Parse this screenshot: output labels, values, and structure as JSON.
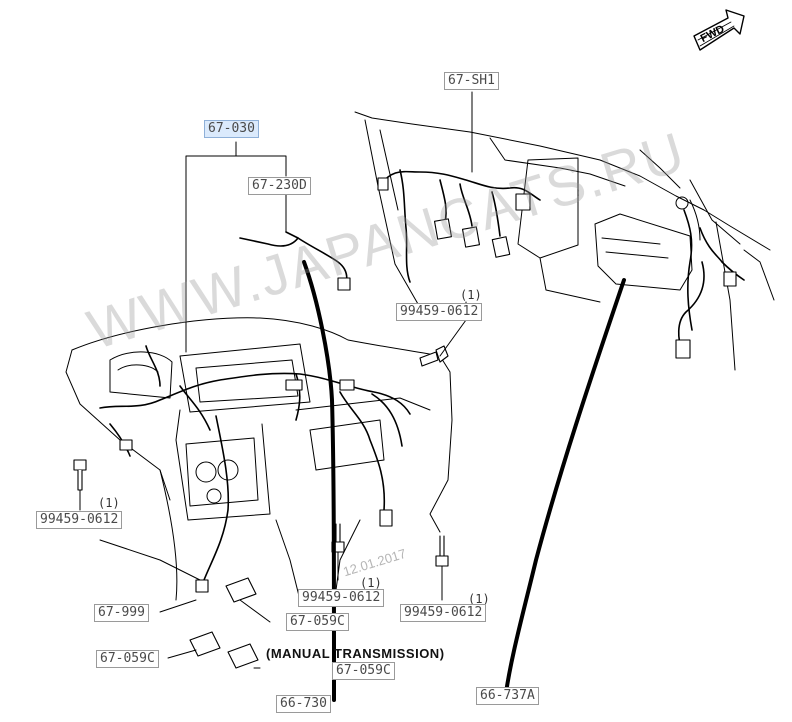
{
  "direction_indicator": "FWD",
  "watermark": "WWW.JAPANCATS.RU",
  "watermark_date": "12.01.2017",
  "note_manual": "(MANUAL TRANSMISSION)",
  "callouts": {
    "c67_030": "67-030",
    "c67_230d": "67-230D",
    "c67_sh1": "67-SH1",
    "c99459_a": "99459-0612",
    "c99459_b": "99459-0612",
    "c99459_c": "99459-0612",
    "c99459_d": "99459-0612",
    "c67_999": "67-999",
    "c67_059c_a": "67-059C",
    "c67_059c_b": "67-059C",
    "c67_059c_c": "67-059C",
    "c66_730": "66-730",
    "c66_737a": "66-737A"
  },
  "quantities": {
    "q_a": "(1)",
    "q_b": "(1)",
    "q_c": "(1)",
    "q_d": "(1)"
  },
  "colors": {
    "highlight": "#dbeafc",
    "line": "#000000"
  }
}
